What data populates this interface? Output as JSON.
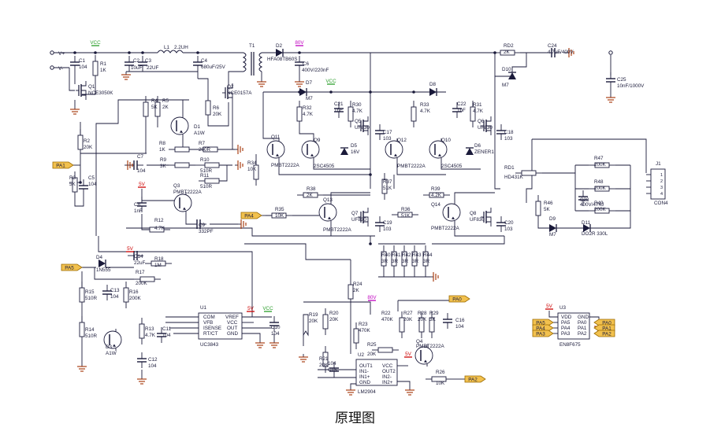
{
  "caption": "原理图",
  "colors": {
    "wire": "#1a1a3a",
    "component": "#1a1a3a",
    "label_text": "#1a1a3a",
    "net_tag_fill": "#f2c14e",
    "net_tag_stroke": "#9a6a00",
    "ground": "#a33000",
    "power_5v": "#cc0000",
    "power_vcc": "#2a9d2a",
    "power_80v": "#c000c0"
  },
  "rails": [
    "VCC",
    "80V",
    "5V"
  ],
  "net_tags": [
    "PA1",
    "PA4",
    "PA5",
    "PA0",
    "PA2",
    "PA3"
  ],
  "inputs": [
    "V+",
    "V-"
  ],
  "labels": [
    "C1",
    "104",
    "R1",
    "1K",
    "Q1",
    "NCE3050K",
    "C2",
    "10uF",
    "C3",
    "22uF",
    "L1",
    "2.2UH",
    "C4",
    "680uF/25V",
    "T1",
    "D2",
    "HFA08TB60S",
    "C6",
    "400V/220nF",
    "RD2",
    "2K",
    "C24",
    "4.7uF/400V",
    "D10",
    "M7",
    "C25",
    "10nF/1000V",
    "R4",
    "5K",
    "R5",
    "2K",
    "Q2",
    "NCE0157A",
    "R6",
    "20K",
    "D1",
    "A1W",
    "R2",
    "20K",
    "D7",
    "M7",
    "C21",
    "1nF",
    "R30",
    "4.7K",
    "R32",
    "4.7K",
    "Q5",
    "UF830",
    "C17",
    "103",
    "D5",
    "16V",
    "D8",
    "R33",
    "4.7K",
    "C22",
    "1nF",
    "R31",
    "4.7K",
    "Q6",
    "UF830",
    "C18",
    "103",
    "D6",
    "ZENER1",
    "Q11",
    "PMBT2222A",
    "Q9",
    "2SC4505",
    "Q12",
    "PMBT2222A",
    "Q10",
    "2SC4505",
    "R8",
    "1K",
    "R7",
    "200R",
    "R9",
    "3K",
    "R10",
    "510R",
    "R11",
    "510R",
    "C7",
    "104",
    "R3",
    "5K",
    "C5",
    "104",
    "R34",
    "10K",
    "R37",
    "51K",
    "R38",
    "2K",
    "R39",
    "4.2K",
    "R35",
    "10K",
    "R36",
    "51K",
    "RD1",
    "HD431K",
    "Q13",
    "PMBT2222A",
    "Q7",
    "UF830",
    "C19",
    "103",
    "Q14",
    "PMBT2222A",
    "Q8",
    "UF830",
    "C20",
    "103",
    "Q3",
    "PMBT2222A",
    "C8",
    "1nF",
    "R12",
    "4.7K",
    "C9",
    "332PF",
    "R47",
    "200K",
    "R48",
    "200K",
    "R49",
    "200K",
    "C23",
    "400V/474J",
    "J1",
    "CON4",
    "R46",
    "5K",
    "D9",
    "M7",
    "D11",
    "DO2R 330L",
    "R40",
    "3R",
    "R41",
    "3R",
    "R42",
    "3R",
    "R43",
    "3R",
    "R44",
    "3R",
    "D4",
    "1N555",
    "C14",
    "22uF",
    "R18",
    "1M",
    "R17",
    "200K",
    "R15",
    "510R",
    "C13",
    "104",
    "R16",
    "200K",
    "R14",
    "510R",
    "D3",
    "A1W",
    "R13",
    "4.7K",
    "C11",
    "104",
    "C12",
    "104",
    "U1",
    "UC3843",
    "COM",
    "VREF",
    "VFB",
    "VCC",
    "ISENSE",
    "OUT",
    "RT/CT",
    "GND",
    "C10",
    "104",
    "R19",
    "20K",
    "R20",
    "20K",
    "R21",
    "20K",
    "C15",
    "104",
    "R24",
    "2K",
    "R23",
    "470K",
    "R22",
    "470K",
    "R27",
    "20K",
    "R28",
    "20K",
    "R29",
    "3K",
    "C16",
    "104",
    "R25",
    "20K",
    "Q4",
    "PMBT2222A",
    "R26",
    "10K",
    "U2",
    "LM2904",
    "OUT1",
    "VCC",
    "IN1-",
    "OUT2",
    "IN1+",
    "IN2-",
    "GND",
    "IN2+",
    "U3",
    "EN8F675",
    "VDD",
    "GND",
    "PA5",
    "PA0",
    "PA4",
    "PA1",
    "PA3",
    "PA2"
  ]
}
